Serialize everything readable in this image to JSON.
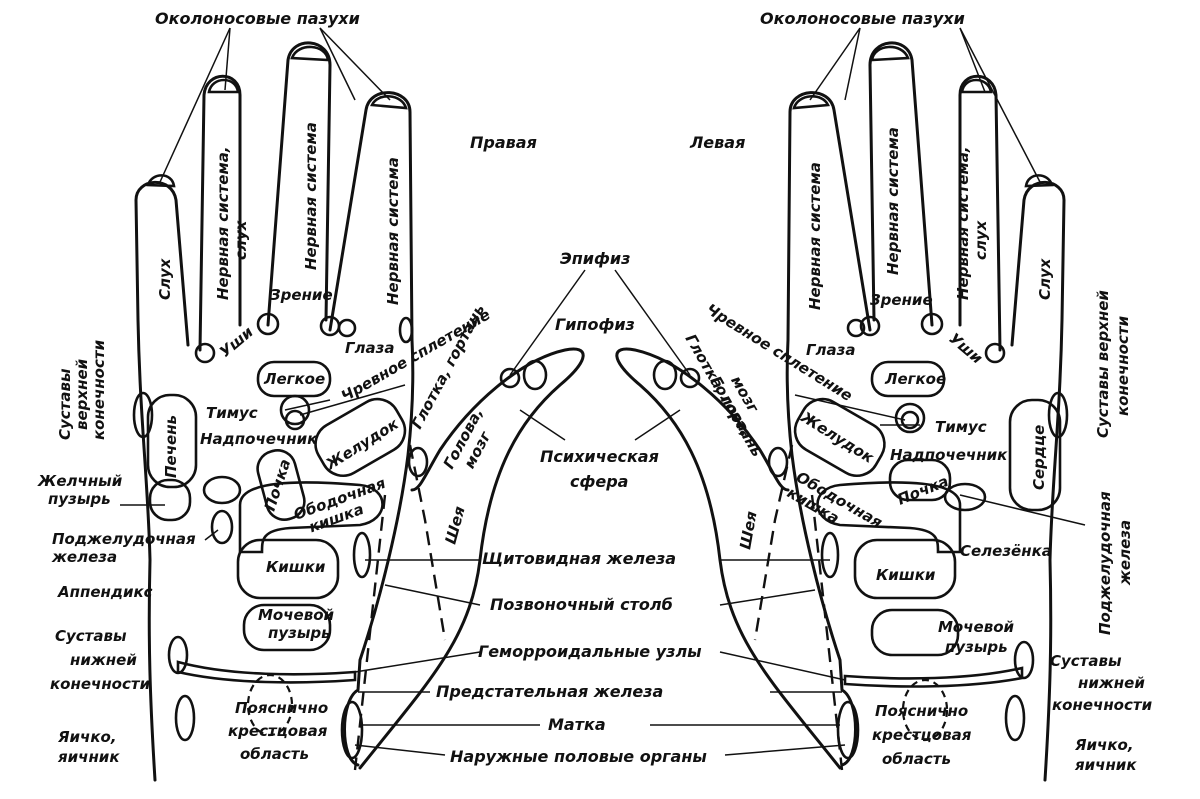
{
  "hands": {
    "right": {
      "title": "Правая",
      "labels": {
        "sinuses": "Околоносовые пазухи",
        "nervous_hearing": "Нервная система,\nслух",
        "nervous_1": "Нервная система",
        "nervous_2": "Нервная система",
        "hearing": "Слух",
        "vision": "Зрение",
        "ears": "Уши",
        "eyes": "Глаза",
        "upper_joints": "Суставы\nверхней\nконечности",
        "lung": "Легкое",
        "solar_plexus": "Чревное сплетение",
        "thymus": "Тимус",
        "adrenal": "Надпочечник",
        "liver": "Печень",
        "stomach": "Желудок",
        "gallbladder": "Желчный\nпузырь",
        "kidney": "Почка",
        "colon": "Ободочная\nкишка",
        "pancreas": "Поджелудочная\nжелеза",
        "intestines": "Кишки",
        "appendix": "Аппендикс",
        "bladder": "Мочевой\nпузырь",
        "lower_joints": "Суставы\nнижней\nконечности",
        "lumbosacral": "Пояснично\nкрестцовая\nобласть",
        "testicle": "Яичко,\nяичник",
        "pharynx": "Глотка, гортань",
        "head": "Голова,\nмозг",
        "neck": "Шея"
      }
    },
    "left": {
      "title": "Левая",
      "labels": {
        "sinuses": "Околоносовые пазухи",
        "nervous_1": "Нервная система",
        "nervous_2": "Нервная система",
        "nervous_hearing": "Нервная система,\nслух",
        "hearing": "Слух",
        "vision": "Зрение",
        "ears": "Уши",
        "eyes": "Глаза",
        "upper_joints": "Суставы верхней\nконечности",
        "solar_plexus": "Чревное сплетение",
        "lung": "Легкое",
        "thymus": "Тимус",
        "pharynx": "Глотка, гортань",
        "head": "Голова,\nмозг",
        "stomach": "Желудок",
        "adrenal": "Надпочечник",
        "heart": "Сердце",
        "colon": "Ободочная\nкишка",
        "kidney": "Почка",
        "pancreas": "Поджелудочная\nжелеза",
        "spleen": "Селезёнка",
        "neck": "Шея",
        "intestines": "Кишки",
        "bladder": "Мочевой\nпузырь",
        "lower_joints": "Суставы\nнижней\nконечности",
        "lumbosacral": "Пояснично\nкрестцовая\nобласть",
        "testicle": "Яичко,\nяичник"
      }
    }
  },
  "center_labels": {
    "epiphysis": "Эпифиз",
    "hypophysis": "Гипофиз",
    "psychic": "Психическая\nсфера",
    "thyroid": "Щитовидная железа",
    "spine": "Позвоночный столб",
    "hemorrhoids": "Геморроидальные узлы",
    "prostate": "Предстательная железа",
    "uterus": "Матка",
    "genitals": "Наружные половые органы"
  }
}
